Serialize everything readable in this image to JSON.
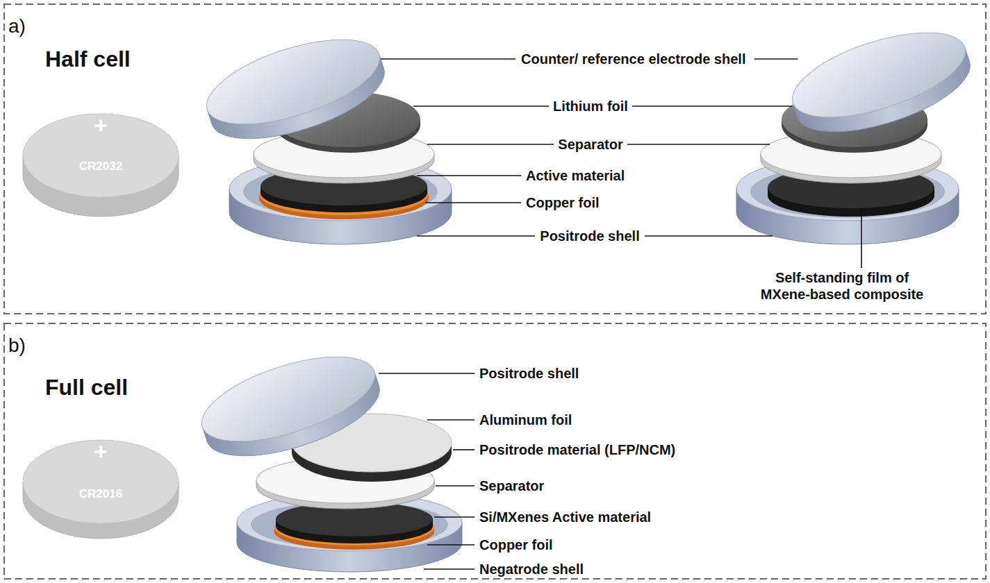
{
  "diagram": {
    "nodes": [
      {
        "text": [
          "a)",
          "Half cell"
        ]
      },
      {
        "text": [
          "+",
          "CR2032"
        ],
        "in": 0
      },
      {
        "text": [
          "b)",
          "Full cell"
        ]
      },
      {
        "text": [
          "+",
          "CR2016"
        ],
        "in": 2
      }
    ],
    "labels": [
      "Counter/ reference electrode shell",
      "Lithium foil",
      "Separator",
      "Active material",
      "Copper foil",
      "Positrode shell",
      "Self-standing film of MXene-based composite",
      "Positrode shell",
      "Aluminum foil",
      "Positrode material (LFP/NCM)",
      "Separator",
      "Si/MXenes Active material",
      "Copper foil",
      "Negatrode shell"
    ]
  }
}
